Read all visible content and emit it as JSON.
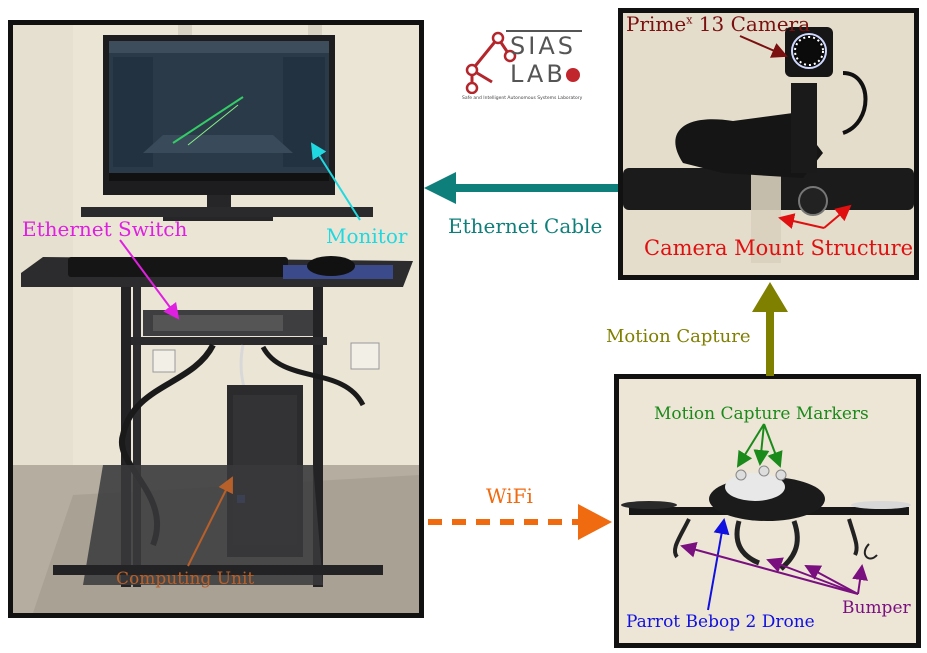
{
  "logo": {
    "line1": "SIAS",
    "line2": "LAB",
    "subtitle": "Safe and Intelligent Autonomous Systems Laboratory"
  },
  "workstation": {
    "ethernet_switch": "Ethernet Switch",
    "monitor": "Monitor",
    "computing_unit": "Computing Unit"
  },
  "camera": {
    "label_prefix": "Prime",
    "label_sup": "x",
    "label_suffix": " 13 Camera",
    "mount": "Camera Mount Structure"
  },
  "drone": {
    "markers": "Motion Capture Markers",
    "model": "Parrot Bebop 2 Drone",
    "bumper": "Bumper"
  },
  "links": {
    "ethernet": "Ethernet Cable",
    "motion": "Motion Capture",
    "wifi": "WiFi"
  },
  "colors": {
    "ethernet_switch": "#e020e0",
    "monitor": "#20d8e0",
    "computing_unit": "#b8602a",
    "camera_label": "#7a1010",
    "mount": "#e01010",
    "markers": "#1a8a1a",
    "drone_model": "#1010e0",
    "bumper": "#7a1080",
    "ethernet_arrow": "#0e7f7a",
    "motion_arrow": "#7f7f00",
    "wifi_arrow": "#f06a10"
  }
}
